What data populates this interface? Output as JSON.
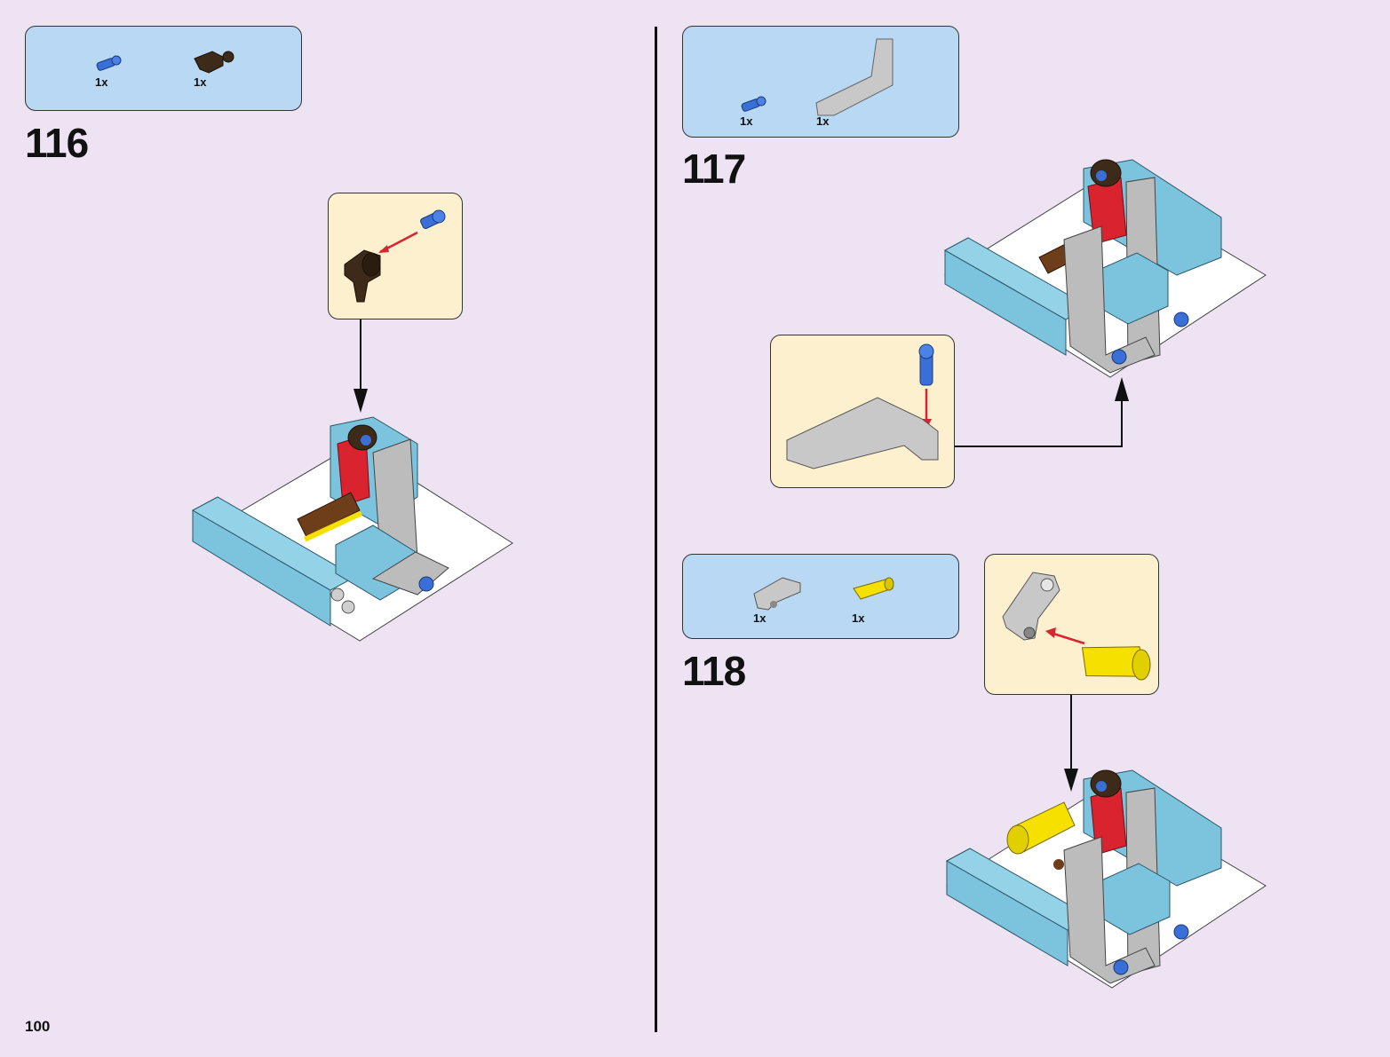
{
  "page_number": "100",
  "steps": [
    {
      "number": "116",
      "parts": [
        {
          "qty": "1x",
          "part": "blue-axle-pin-icon",
          "color": "#3a6fd8"
        },
        {
          "qty": "1x",
          "part": "dark-brown-connector-icon",
          "color": "#3d2a18"
        }
      ]
    },
    {
      "number": "117",
      "parts": [
        {
          "qty": "1x",
          "part": "blue-axle-pin-icon",
          "color": "#3a6fd8"
        },
        {
          "qty": "1x",
          "part": "gray-l-beam-icon",
          "color": "#bdbdbd"
        }
      ]
    },
    {
      "number": "118",
      "parts": [
        {
          "qty": "1x",
          "part": "gray-bent-lever-icon",
          "color": "#bdbdbd"
        },
        {
          "qty": "1x",
          "part": "yellow-bush-icon",
          "color": "#f5e000"
        }
      ]
    }
  ],
  "colors": {
    "background": "#ede3f3",
    "parts_box": "#b8d8f4",
    "callout": "#fdf0cf",
    "arrow_red": "#d9232e",
    "brick_blue": "#7cc4de",
    "plate_white": "#ffffff"
  }
}
